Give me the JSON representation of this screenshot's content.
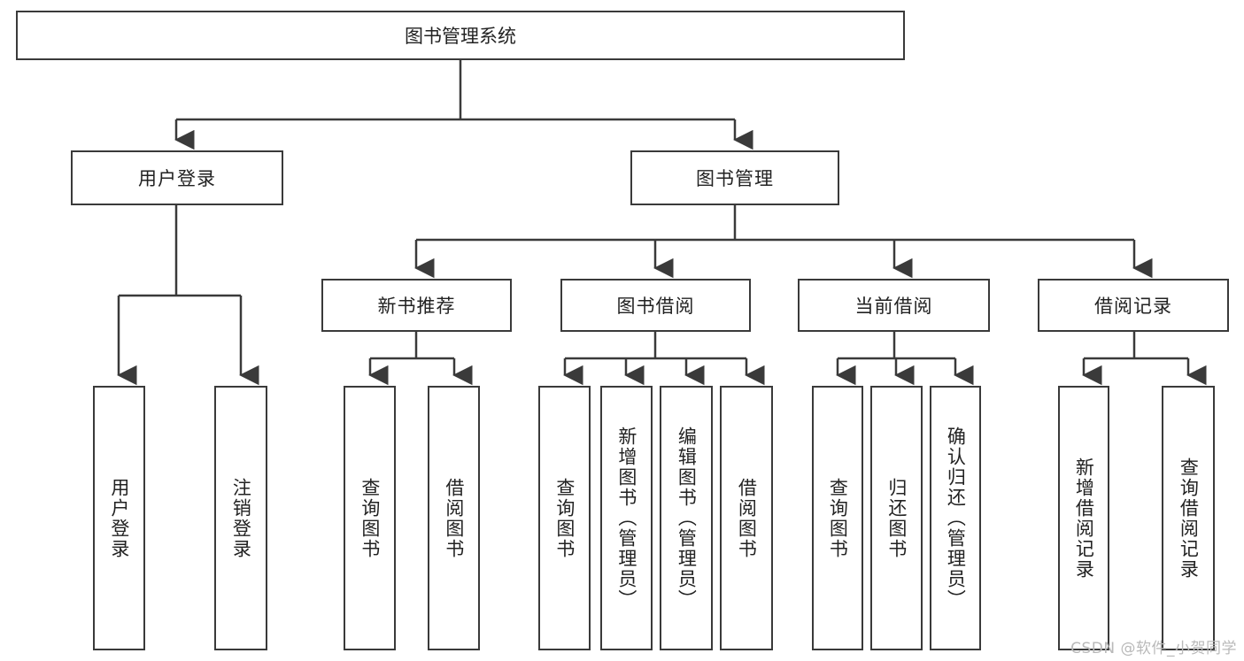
{
  "diagram": {
    "title_node": {
      "label": "图书管理系统"
    },
    "level1": [
      {
        "label": "用户登录"
      },
      {
        "label": "图书管理"
      }
    ],
    "level2": [
      {
        "label": "新书推荐"
      },
      {
        "label": "图书借阅"
      },
      {
        "label": "当前借阅"
      },
      {
        "label": "借阅记录"
      }
    ],
    "leaves": {
      "user_login": [
        {
          "label": "用户登录"
        },
        {
          "label": "注销登录"
        }
      ],
      "new_book_recommend": [
        {
          "label": "查询图书"
        },
        {
          "label": "借阅图书"
        }
      ],
      "book_borrow": [
        {
          "label": "查询图书"
        },
        {
          "label": "新增图书（管理员）"
        },
        {
          "label": "编辑图书（管理员）"
        },
        {
          "label": "借阅图书"
        }
      ],
      "current_borrow": [
        {
          "label": "查询图书"
        },
        {
          "label": "归还图书"
        },
        {
          "label": "确认归还（管理员）"
        }
      ],
      "borrow_record": [
        {
          "label": "新增借阅记录"
        },
        {
          "label": "查询借阅记录"
        }
      ]
    },
    "watermark": {
      "text": "CSDN @软件_小贺同学"
    },
    "colors": {
      "stroke": "#3a3a3a",
      "box_fill": "#ffffff",
      "text": "#222222",
      "watermark": "#b9b9b9"
    }
  }
}
